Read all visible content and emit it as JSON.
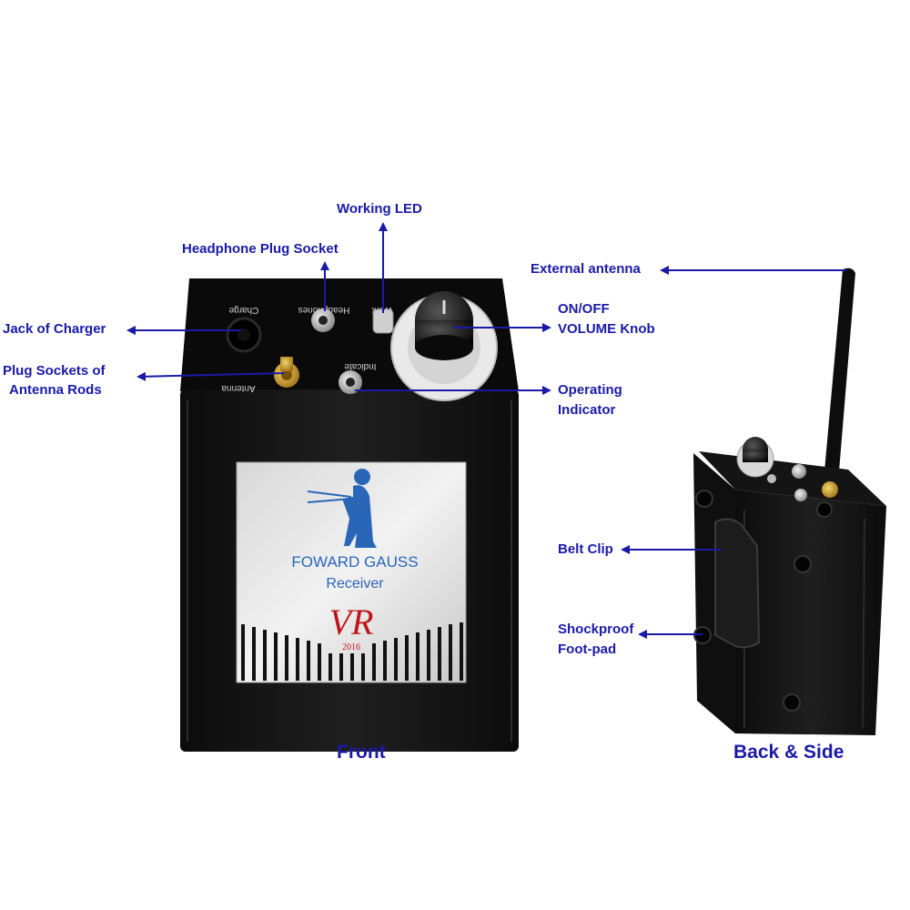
{
  "labels": {
    "working_led": "Working LED",
    "headphone_plug_socket": "Headphone Plug Socket",
    "external_antenna": "External antenna",
    "jack_of_charger": "Jack of Charger",
    "on_off_line1": "ON/OFF",
    "on_off_line2": "VOLUME Knob",
    "plug_sockets_line1": "Plug Sockets of",
    "plug_sockets_line2": "Antenna Rods",
    "operating_indicator_line1": "Operating",
    "operating_indicator_line2": "Indicator",
    "belt_clip": "Belt Clip",
    "shockproof_line1": "Shockproof",
    "shockproof_line2": "Foot-pad"
  },
  "captions": {
    "front": "Front",
    "back_side": "Back & Side"
  },
  "device": {
    "panel_charge": "Charge",
    "panel_headphones": "Headphones",
    "panel_work": "Work",
    "panel_indicate": "Indicate",
    "panel_antenna": "Antenna",
    "plate_brand": "FOWARD GAUSS",
    "plate_product": "Receiver",
    "plate_model": "VR",
    "plate_year": "2016"
  },
  "colors": {
    "label_blue": "#1a1aa8",
    "plate_text_blue": "#2a66b8",
    "model_red": "#c0141a",
    "device_black": "#151515"
  }
}
